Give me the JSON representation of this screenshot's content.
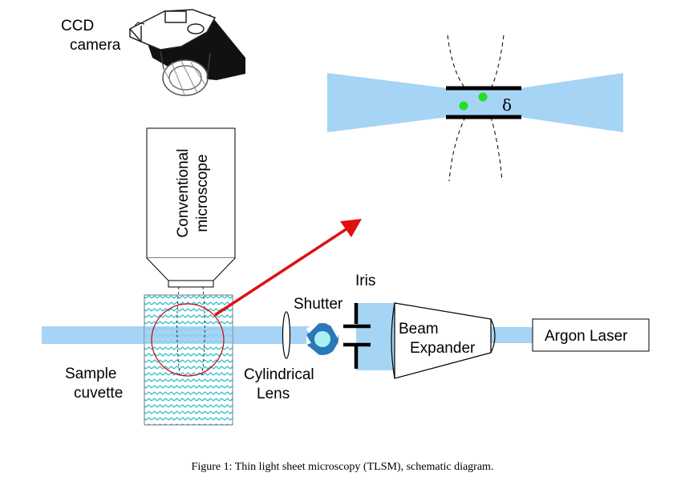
{
  "labels": {
    "ccd_line1": "CCD",
    "ccd_line2": "camera",
    "microscope_line1": "Conventional",
    "microscope_line2": "microscope",
    "iris": "Iris",
    "shutter": "Shutter",
    "beam_expander_line1": "Beam",
    "beam_expander_line2": "Expander",
    "argon_laser": "Argon Laser",
    "sample_line1": "Sample",
    "sample_line2": "cuvette",
    "lens_line1": "Cylindrical",
    "lens_line2": "Lens",
    "delta": "δ"
  },
  "caption": "Figure 1: Thin light sheet microscopy (TLSM), schematic diagram.",
  "colors": {
    "beam": "#a6d4f4",
    "arrow": "#e01010",
    "zoom_circle": "#cc0000",
    "particle": "#22e022",
    "shutter": "#2a78b8",
    "water": "#22bbcc"
  }
}
